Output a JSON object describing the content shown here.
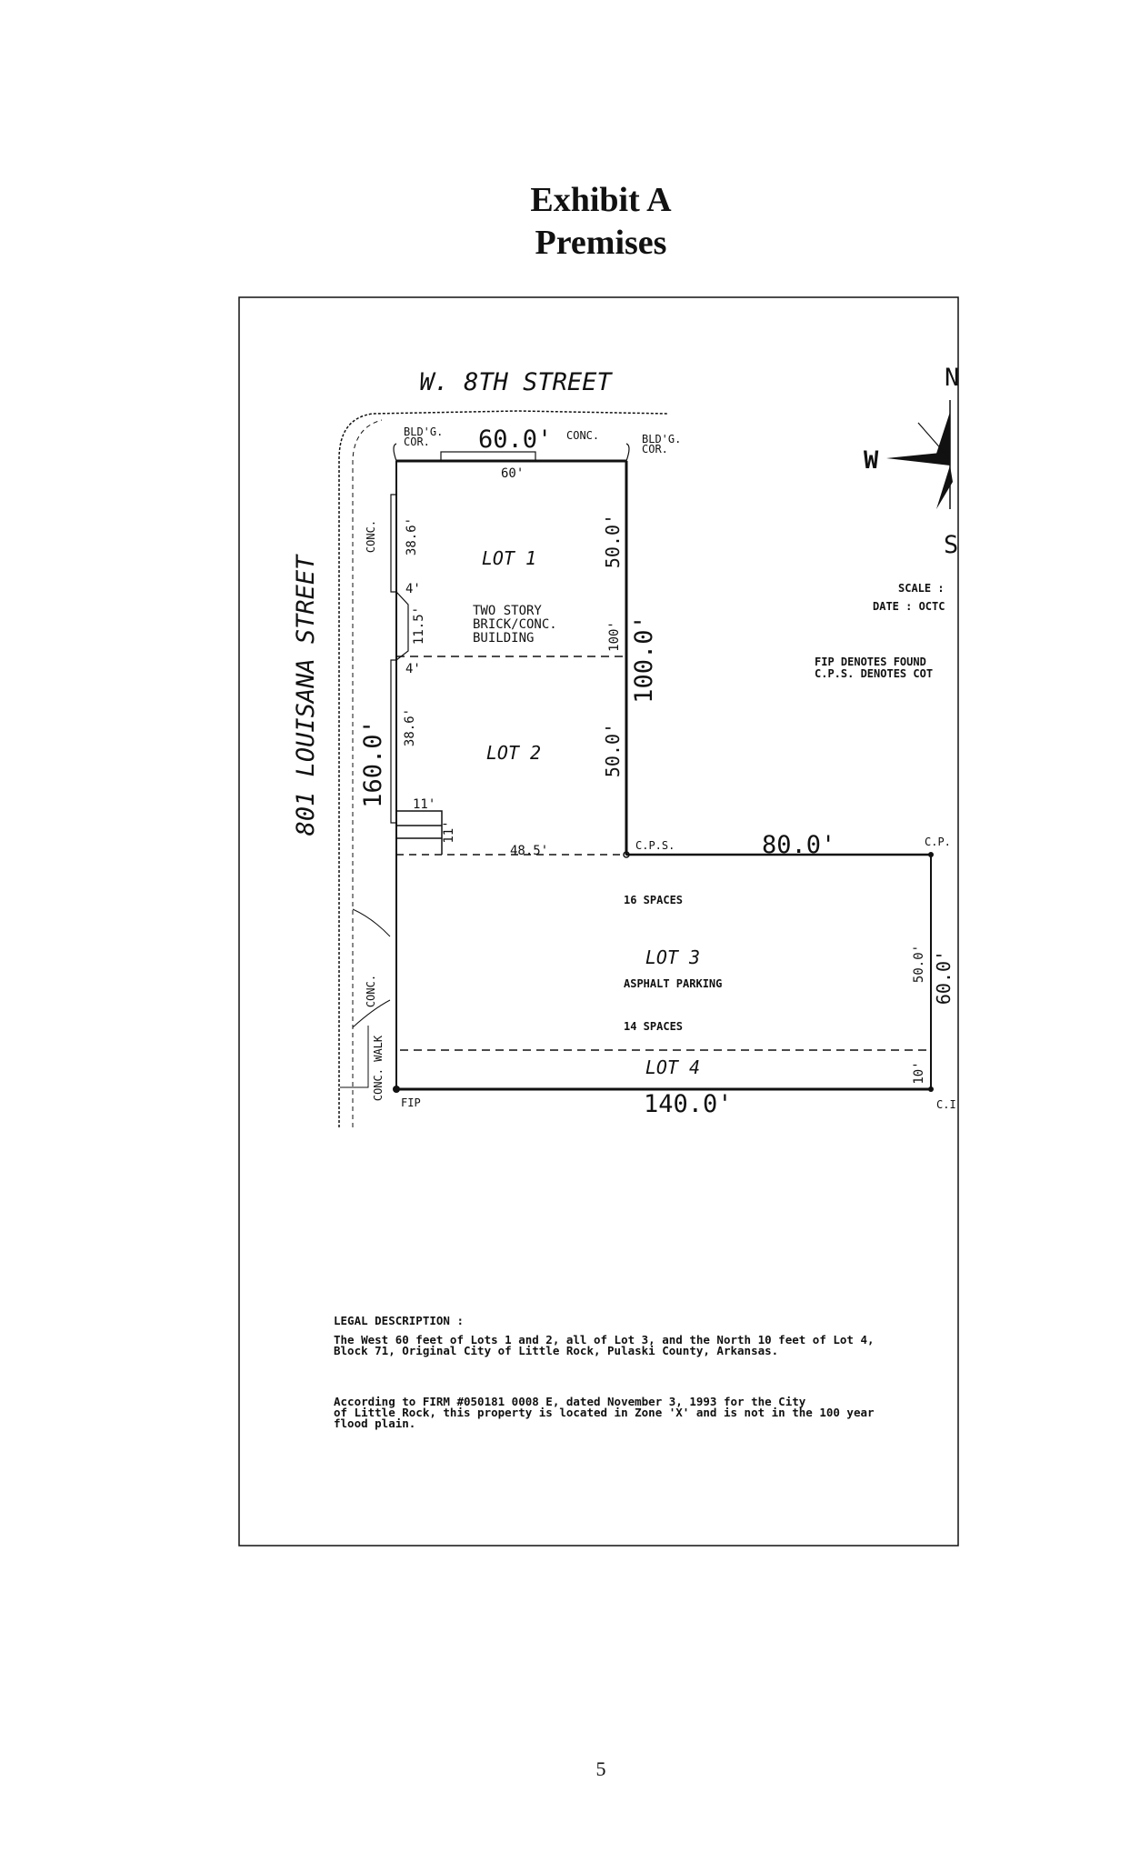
{
  "header": {
    "title": "Exhibit A",
    "subtitle": "Premises"
  },
  "plat": {
    "street_north": "W. 8TH STREET",
    "street_west": "801 LOUISANA STREET",
    "labels": {
      "bldg_cor": "BLD'G.",
      "cor": "COR.",
      "conc": "CONC.",
      "conc_walk": "CONC. WALK",
      "dim_top": "60.0'",
      "dim_top_inner": "60'",
      "dim_lot1_right": "50.0'",
      "dim_lot2_right": "50.0'",
      "dim_building": "100'",
      "dim_east": "100.0'",
      "dim_west": "160.0'",
      "dim_38_6_a": "38.6'",
      "dim_38_6_b": "38.6'",
      "dim_4_a": "4'",
      "dim_4_b": "4'",
      "dim_11_5": "11.5'",
      "dim_11_a": "11'",
      "dim_11_b": "11'",
      "dim_48_5": "48.5'",
      "dim_80": "80.0'",
      "dim_140": "140.0'",
      "dim_lot3_right": "50.0'",
      "dim_60_right": "60.0'",
      "dim_10": "10'",
      "cps": "C.P.S.",
      "cp_right": "C.P.",
      "c_right_bottom": "C.I",
      "fip": "FIP",
      "lot1": "LOT 1",
      "lot2": "LOT 2",
      "lot3": "LOT 3",
      "lot4": "LOT 4",
      "building": [
        "TWO STORY",
        "BRICK/CONC.",
        "BUILDING"
      ],
      "spaces_top": "16 SPACES",
      "asphalt": "ASPHALT PARKING",
      "spaces_bottom": "14 SPACES"
    },
    "compass": {
      "n": "N",
      "w": "W",
      "s": "S"
    },
    "notes": {
      "scale": "SCALE :",
      "date": "DATE : OCTC",
      "fip_note": "FIP DENOTES FOUND",
      "cps_note": "C.P.S. DENOTES COT"
    },
    "legal": {
      "heading": "LEGAL DESCRIPTION :",
      "para1": [
        "The West 60 feet of Lots 1 and 2, all of Lot 3, and the North 10 feet of Lot 4,",
        "Block 71, Original City of Little Rock, Pulaski County, Arkansas."
      ],
      "para2": [
        "According to FIRM #050181 0008 E, dated November 3, 1993 for the City",
        "of Little Rock, this property is located in Zone 'X' and is not in the 100 year",
        "flood plain."
      ]
    }
  },
  "footer": {
    "page_number": "5"
  }
}
